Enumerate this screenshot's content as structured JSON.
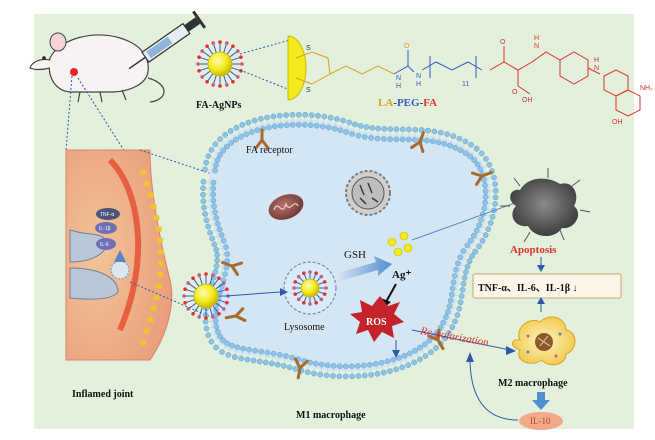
{
  "labels": {
    "fa_agnps": "FA-AgNPs",
    "la": "LA",
    "dash1": "-",
    "peg": "PEG",
    "dash2": "-",
    "fa": "FA",
    "fa_receptor": "FA receptor",
    "gsh": "GSH",
    "ag_plus": "Ag⁺",
    "apoptosis": "Apoptosis",
    "cytokines": "TNF-α、IL-6、IL-1β ↓",
    "lysosome": "Lysosome",
    "ros": "ROS",
    "repolarization": "Re-polarization",
    "m2_macrophage": "M2  macrophage",
    "m1_macrophage": "M1  macrophage",
    "inflamed_joint": "Inflamed joint",
    "il10": "IL-10",
    "tnf_small": "TNF-α",
    "il1b_small": "IL-1β",
    "il6_small": "IL-6"
  },
  "chem": {
    "s1": "S",
    "s2": "S",
    "n1": "N",
    "h1": "H",
    "o1": "O",
    "n2": "N",
    "h2": "H",
    "o2": "O",
    "n3": "N",
    "h3": "H",
    "oh": "OH",
    "o3": "O",
    "n4": "N",
    "h4": "H",
    "nh2": "NH₂",
    "oh2": "OH",
    "sub": "11"
  },
  "colors": {
    "background": "#e2f0dc",
    "membrane_head": "#8fc3e6",
    "nanoparticle": "#f2ea1c",
    "la_color": "#d8a21a",
    "peg_color": "#3a56c8",
    "fa_color": "#e0312a",
    "apoptosis_color": "#e0312a",
    "ros_color": "#c4232b",
    "il10_color": "#f2a98a"
  }
}
